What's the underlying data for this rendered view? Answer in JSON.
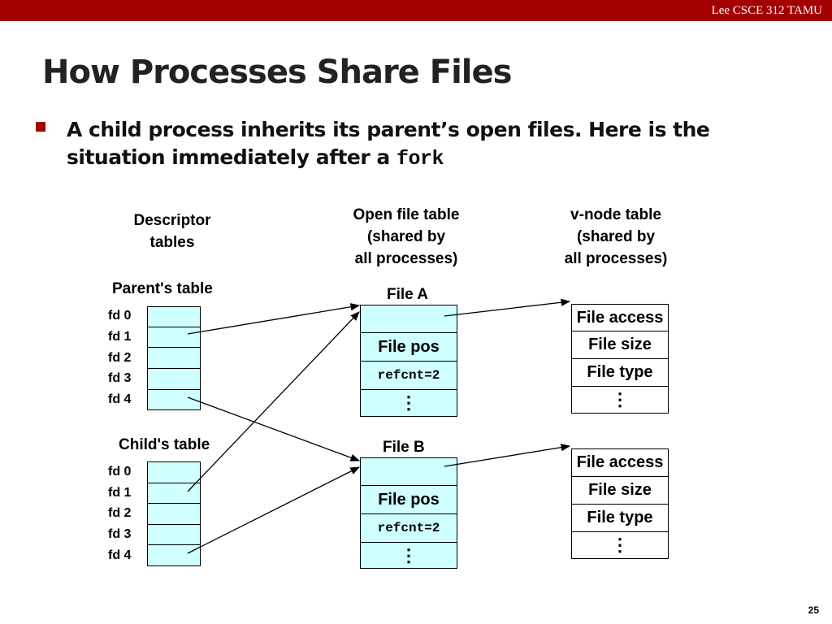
{
  "header": {
    "course": "Lee CSCE 312 TAMU"
  },
  "slide": {
    "title": "How Processes Share Files",
    "bullet_text": "A child process inherits its parent’s open files. Here is the situation immediately after a ",
    "bullet_code": "fork",
    "page_number": "25"
  },
  "diagram": {
    "descriptor_label_1": "Descriptor",
    "descriptor_label_2": "tables",
    "open_file_label_1": "Open file table",
    "open_file_label_2": "(shared by",
    "open_file_label_3": "all processes)",
    "vnode_label_1": "v-node table",
    "vnode_label_2": "(shared by",
    "vnode_label_3": "all processes)",
    "parent_table": "Parent's table",
    "child_table": "Child's table",
    "fd": [
      "fd 0",
      "fd 1",
      "fd 2",
      "fd 3",
      "fd 4"
    ],
    "file_a": "File A",
    "file_b": "File B",
    "file_pos": "File pos",
    "refcnt": "refcnt=2",
    "dots": "⋮",
    "file_access": "File access",
    "file_size": "File size",
    "file_type": "File type"
  }
}
